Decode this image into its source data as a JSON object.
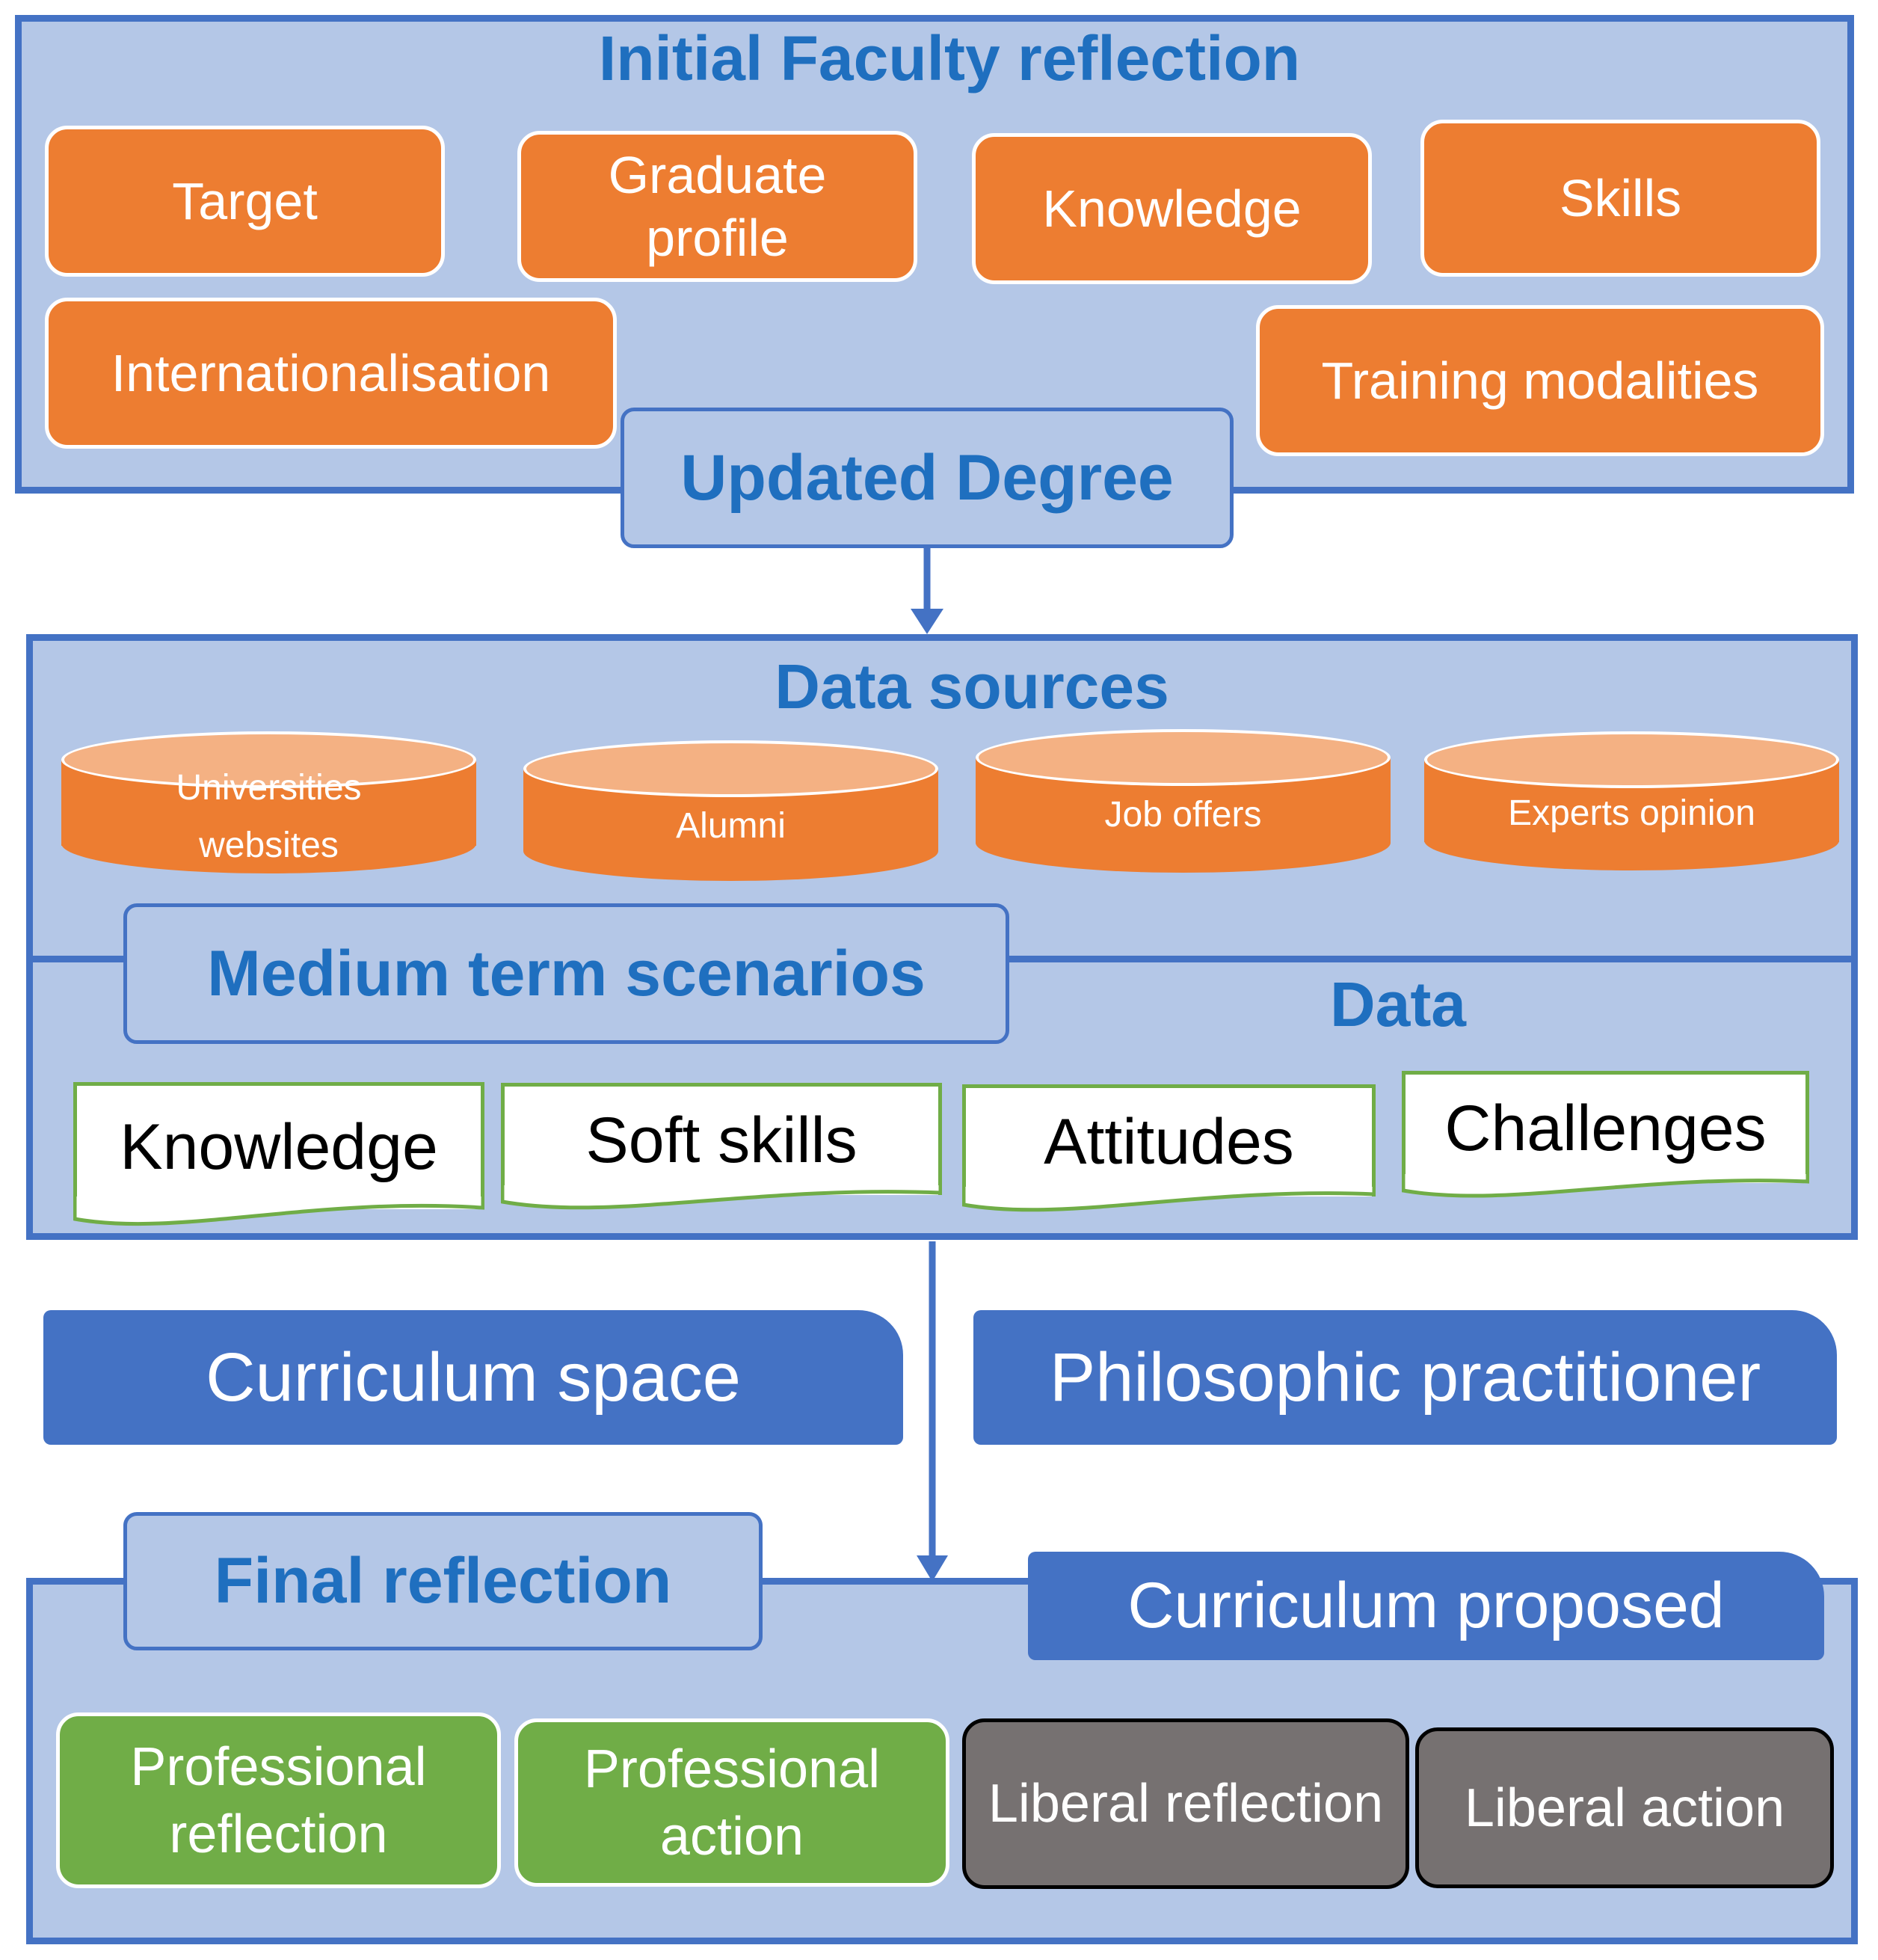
{
  "initial": {
    "title": "Initial Faculty reflection",
    "items": [
      "Target",
      "Graduate profile",
      "Knowledge",
      "Skills",
      "Internationalisation",
      "Training  modalities"
    ],
    "updated_degree": "Updated Degree"
  },
  "sources": {
    "title": "Data sources",
    "cylinders": [
      "Universities websites",
      "Alumni",
      "Job offers",
      "Experts opinion"
    ],
    "scenarios_label": "Medium term scenarios",
    "data_label": "Data",
    "documents": [
      "Knowledge",
      "Soft skills",
      "Attitudes",
      "Challenges"
    ]
  },
  "banners": {
    "curriculum_space": "Curriculum space",
    "philosophic_practitioner": "Philosophic practitioner"
  },
  "final": {
    "title": "Final reflection",
    "curriculum_proposed": "Curriculum proposed",
    "boxes": [
      "Professional reflection",
      "Professional action",
      "Liberal reflection",
      "Liberal action"
    ]
  },
  "colors": {
    "panel_fill": "#b4c7e7",
    "panel_border": "#4472c4",
    "title_text": "#1f6fbf",
    "orange": "#ed7d31",
    "green": "#70ad47",
    "gray": "#767171",
    "banner": "#4472c4"
  }
}
